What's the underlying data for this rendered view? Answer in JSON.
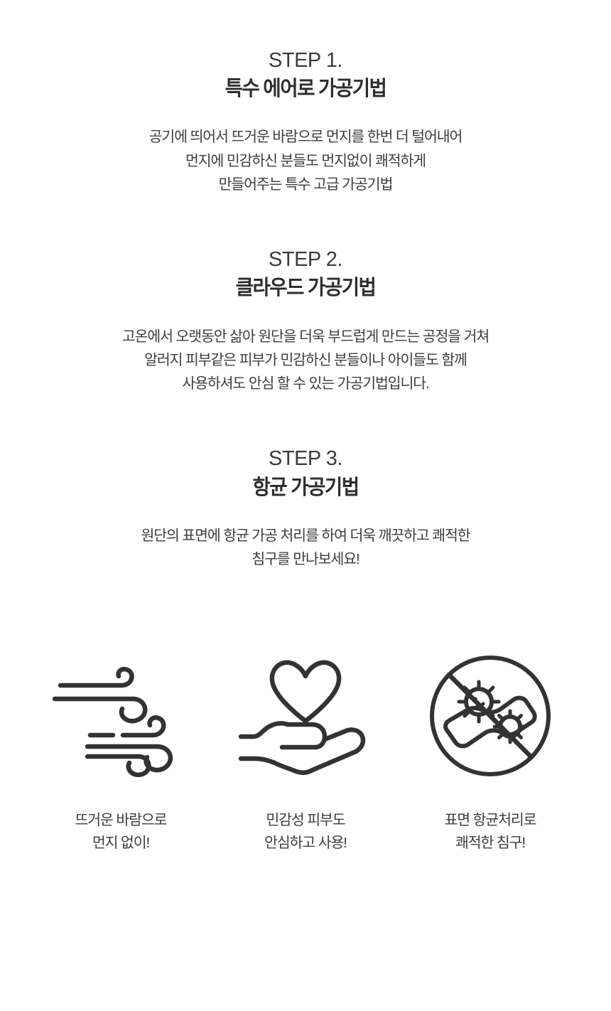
{
  "page": {
    "background_color": "#ffffff",
    "text_color": "#3a3a3a"
  },
  "steps": [
    {
      "eyebrow": "STEP 1.",
      "title": "특수 에어로 가공기법",
      "body_lines": [
        "공기에 띄어서 뜨거운 바람으로 먼지를 한번 더 털어내어",
        "먼지에 민감하신 분들도 먼지없이 쾌적하게",
        "만들어주는 특수 고급 가공기법"
      ]
    },
    {
      "eyebrow": "STEP 2.",
      "title": "클라우드 가공기법",
      "body_lines": [
        "고온에서 오랫동안 삶아 원단을 더욱 부드럽게 만드는 공정을 거쳐",
        "알러지 피부같은 피부가 민감하신 분들이나 아이들도 함께",
        "사용하셔도 안심 할 수 있는 가공기법입니다."
      ]
    },
    {
      "eyebrow": "STEP 3.",
      "title": "항균 가공기법",
      "body_lines": [
        "원단의 표면에 항균 가공 처리를 하여 더욱 깨끗하고 쾌적한",
        "침구를 만나보세요!"
      ]
    }
  ],
  "features": [
    {
      "icon": "wind-icon",
      "caption_lines": [
        "뜨거운 바람으로",
        "먼지 없이!"
      ]
    },
    {
      "icon": "heart-in-hand-icon",
      "caption_lines": [
        "민감성 피부도",
        "안심하고 사용!"
      ]
    },
    {
      "icon": "no-bacteria-fabric-icon",
      "caption_lines": [
        "표면 항균처리로",
        "쾌적한 침구!"
      ]
    }
  ]
}
